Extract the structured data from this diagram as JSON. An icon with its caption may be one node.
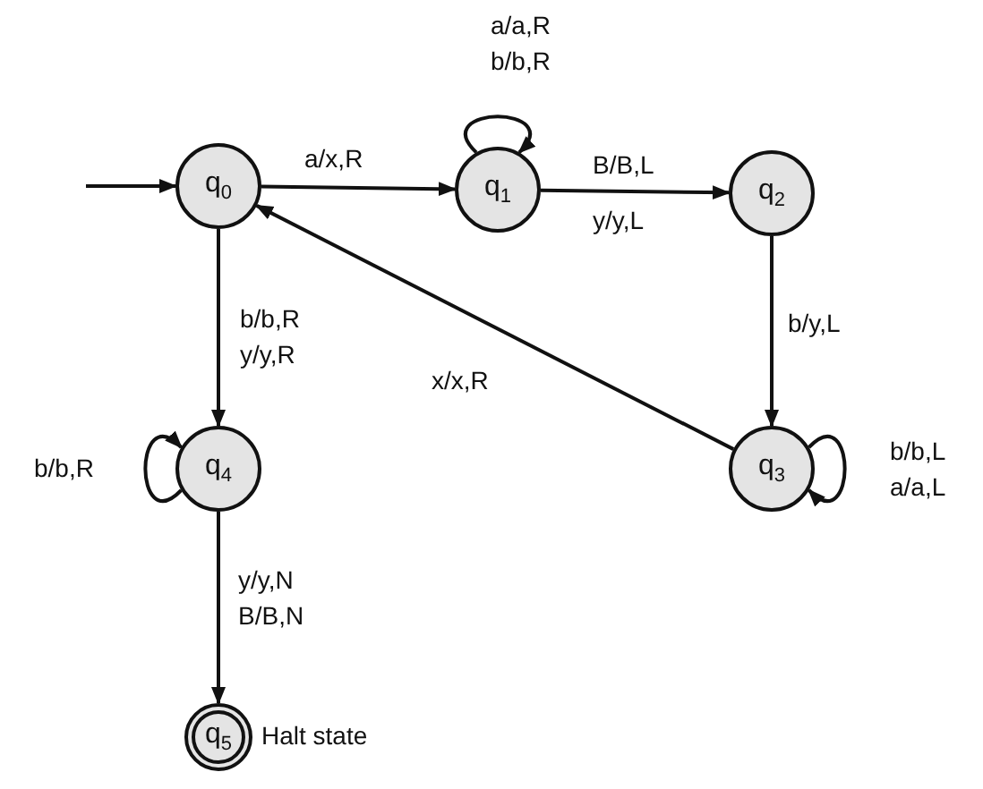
{
  "diagram": {
    "nodes": [
      {
        "text": [
          "q$_{0}$"
        ]
      },
      {
        "text": [
          "q$_{1}$"
        ]
      },
      {
        "text": [
          "q$_{2}$"
        ]
      },
      {
        "text": [
          "q$_{3}$"
        ]
      },
      {
        "text": [
          "q$_{4}$"
        ]
      },
      {
        "text": [
          "q$_{5}$"
        ],
        "beside": [
          "Halt state"
        ]
      }
    ],
    "edges": [
      {
        "from": null,
        "to": 0,
        "arrow": "to"
      },
      {
        "from": 0,
        "to": 1,
        "arrow": "to",
        "label": "a/x,R"
      },
      {
        "from": 1,
        "to": 1,
        "arrow": "to",
        "label": "a/a,R b/b,R"
      },
      {
        "from": 1,
        "to": 2,
        "arrow": "to",
        "label": "B/B,L y/y,L"
      },
      {
        "from": 2,
        "to": 3,
        "arrow": "to",
        "label": "b/y,L"
      },
      {
        "from": 3,
        "to": 0,
        "arrow": "to",
        "label": "x/x,R"
      },
      {
        "from": 3,
        "to": 3,
        "arrow": "to",
        "label": "b/b,L a/a,L"
      },
      {
        "from": 0,
        "to": 4,
        "arrow": "to",
        "label": "b/b,R y/y,R"
      },
      {
        "from": 4,
        "to": 4,
        "arrow": "to",
        "label": "b/b,R"
      },
      {
        "from": 4,
        "to": 5,
        "arrow": "to",
        "label": "y/y,N B/B,N"
      }
    ]
  }
}
